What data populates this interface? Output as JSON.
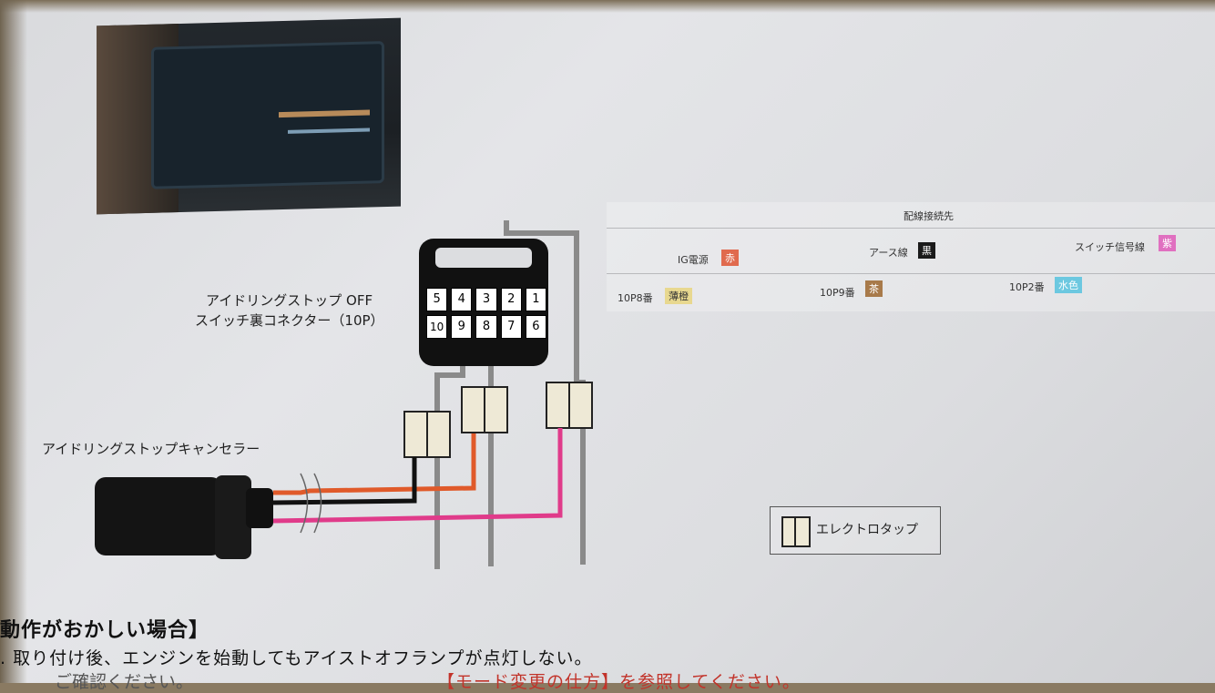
{
  "photo": {
    "icon": "car-connector-photo"
  },
  "connector": {
    "title_line1": "アイドリングストップ OFF",
    "title_line2": "スイッチ裏コネクター（10P）",
    "pins_top": [
      "5",
      "4",
      "3",
      "2",
      "1"
    ],
    "pins_bottom": [
      "10",
      "9",
      "8",
      "7",
      "6"
    ]
  },
  "canceller": {
    "label": "アイドリングストップキャンセラー"
  },
  "wiring_table": {
    "header": "配線接続先",
    "columns": [
      {
        "name": "IG電源",
        "badge": "赤",
        "badge_color": "#e06a4e",
        "pin": "10P8番",
        "wire": "薄橙",
        "wire_color": "#e8d890"
      },
      {
        "name": "アース線",
        "badge": "黒",
        "badge_color": "#1a1a1a",
        "pin": "10P9番",
        "wire": "茶",
        "wire_color": "#a87a4a"
      },
      {
        "name": "スイッチ信号線",
        "badge": "紫",
        "badge_color": "#e070c0",
        "pin": "10P2番",
        "wire": "水色",
        "wire_color": "#6cc8e0"
      }
    ]
  },
  "legend": {
    "label": "エレクトロタップ"
  },
  "trouble": {
    "heading": "動作がおかしい場合】",
    "item1": ". 取り付け後、エンジンを始動してもアイストオフランプが点灯しない。",
    "item2_gray": "ご確認ください。",
    "item2_red": "【モード変更の仕方】を参照してください。"
  },
  "colors": {
    "wire_red": "#e05a2a",
    "wire_black": "#111111",
    "wire_pink": "#e03b8a",
    "wire_gray": "#8a8a8a"
  }
}
